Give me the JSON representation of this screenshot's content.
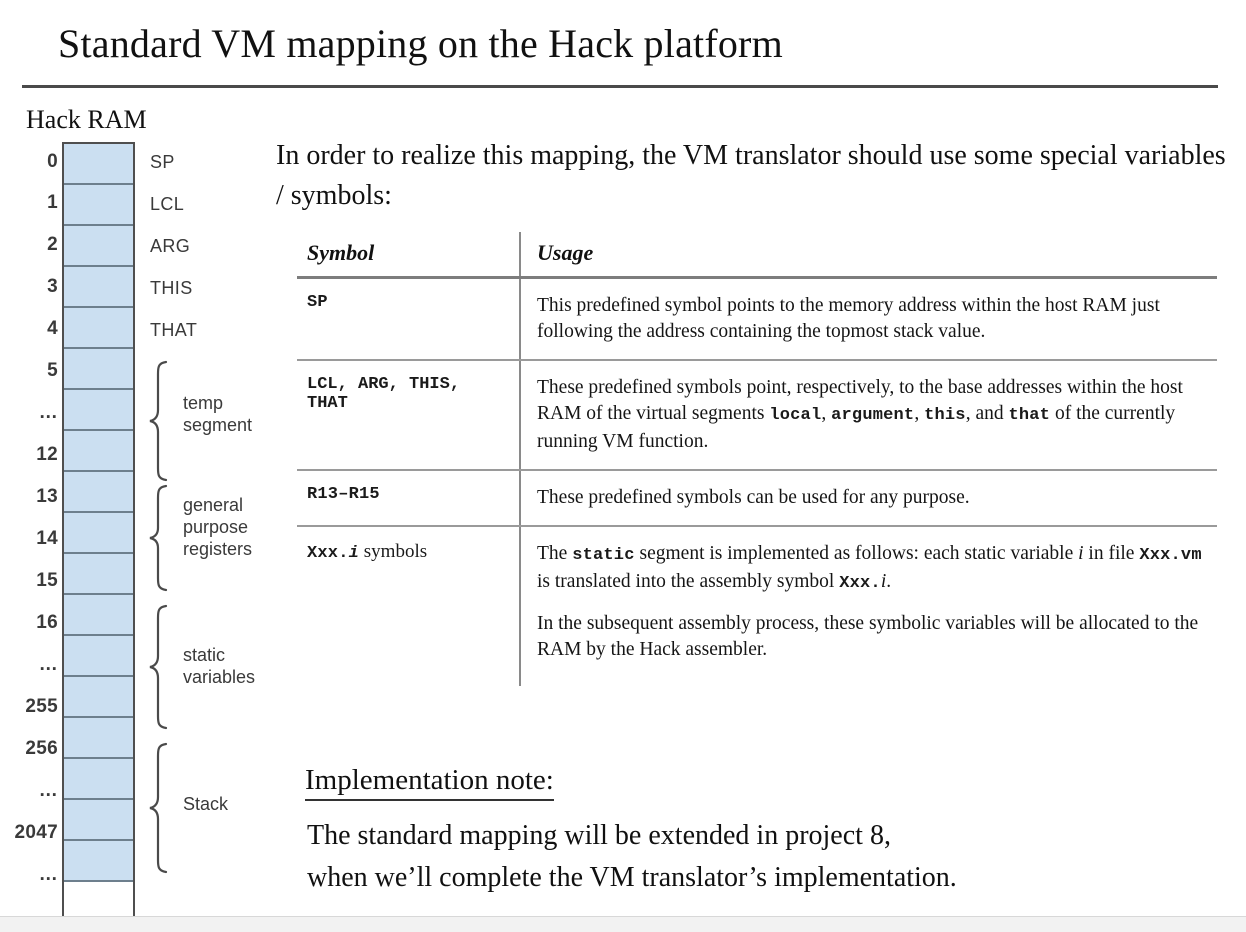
{
  "slide": {
    "title": "Standard VM mapping on the Hack platform"
  },
  "ram_diagram": {
    "caption": "Hack RAM",
    "addresses": [
      "0",
      "1",
      "2",
      "3",
      "4",
      "5",
      "…",
      "12",
      "13",
      "14",
      "15",
      "16",
      "…",
      "255",
      "256",
      "…",
      "2047",
      "…"
    ],
    "pointer_labels": [
      "SP",
      "LCL",
      "ARG",
      "THIS",
      "THAT"
    ],
    "segments": [
      {
        "label": "temp\nsegment",
        "line1": "temp",
        "line2": "segment"
      },
      {
        "label": "general purpose registers",
        "line1": "general",
        "line2": "purpose",
        "line3": "registers"
      },
      {
        "label": "static variables",
        "line1": "static",
        "line2": "variables"
      },
      {
        "label": "Stack",
        "line1": "Stack"
      }
    ],
    "cell_color": "#cbdff1",
    "cell_border_color": "#6d7f8d"
  },
  "intro": {
    "text": "In order to realize this mapping, the VM translator should use some special variables / symbols:"
  },
  "table": {
    "headers": {
      "symbol": "Symbol",
      "usage": "Usage"
    },
    "rows": [
      {
        "symbol": "SP",
        "usage": "This predefined symbol points to the memory address within the host RAM just following the address containing the topmost stack value."
      },
      {
        "symbol": "LCL, ARG, THIS, THAT",
        "usage_part1": "These predefined symbols point, respectively, to the base addresses within the host RAM of the virtual segments ",
        "usage_code1": "local",
        "usage_part2": ", ",
        "usage_code2": "argument",
        "usage_part3": ", ",
        "usage_code3": "this",
        "usage_part4": ", and ",
        "usage_code4": "that",
        "usage_part5": " of the currently running VM function."
      },
      {
        "symbol": "R13–R15",
        "usage": "These predefined symbols can be used for any purpose."
      },
      {
        "symbol_code": "Xxx.",
        "symbol_italic": "i",
        "symbol_rest": " symbols",
        "usage_p1_a": "The ",
        "usage_p1_code": "static",
        "usage_p1_b": " segment is implemented as follows: each static variable ",
        "usage_p1_i": "i",
        "usage_p1_c": " in file ",
        "usage_p1_code2": "Xxx.vm",
        "usage_p1_d": " is translated into the assembly symbol ",
        "usage_p1_code3": "Xxx.",
        "usage_p1_i2": "i",
        "usage_p1_e": ".",
        "usage_p2": "In the subsequent assembly process, these symbolic variables will be allocated to the RAM by the Hack assembler."
      }
    ]
  },
  "implementation_note": {
    "heading": "Implementation note:",
    "line1": "The standard mapping will be extended in project 8,",
    "line2": "when we’ll complete the VM translator’s implementation."
  }
}
